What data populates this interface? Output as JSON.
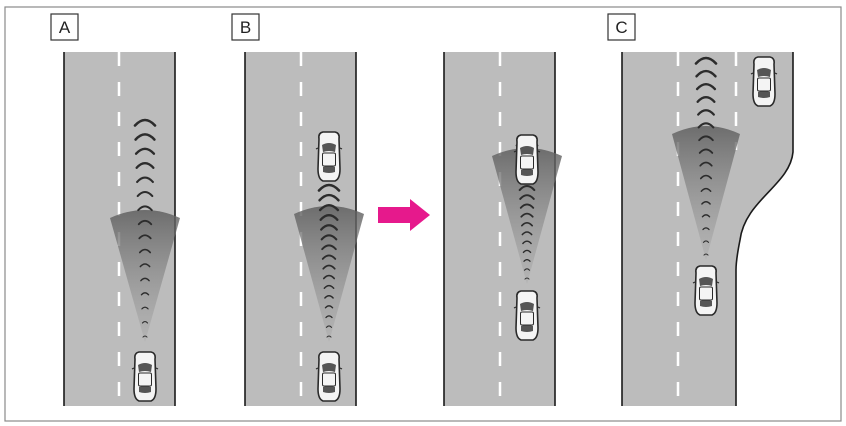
{
  "panels": [
    {
      "label": "A"
    },
    {
      "label": "B"
    },
    {
      "label": ""
    },
    {
      "label": "C"
    }
  ],
  "colors": {
    "road": "#bcbcbc",
    "road_edge": "#1a1a1a",
    "lane_marking": "#ffffff",
    "arrow": "#e6198c",
    "radar_cone": "#6e6e6e",
    "car_body": "#f4f4f4",
    "car_outline": "#2a2a2a",
    "frame": "#888888"
  },
  "icons": [
    "car-icon",
    "radar-beam-icon",
    "right-arrow-icon"
  ]
}
